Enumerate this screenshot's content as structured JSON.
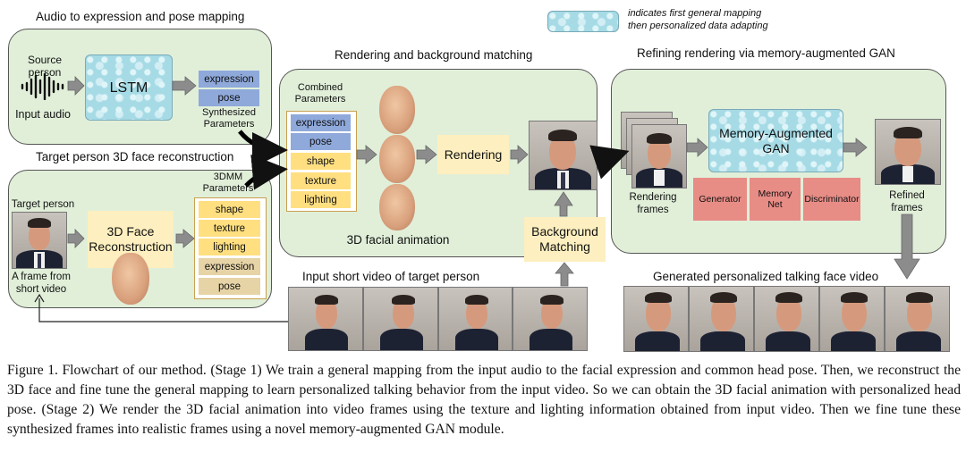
{
  "legend": {
    "line1": "indicates first general mapping",
    "line2": "then personalized data adapting"
  },
  "audio_panel": {
    "title": "Audio to expression and pose mapping",
    "source_person": "Source person",
    "input_audio": "Input audio",
    "lstm": "LSTM",
    "params": [
      "expression",
      "pose"
    ],
    "synth_params": "Synthesized Parameters"
  },
  "recon_panel": {
    "title": "Target person 3D face reconstruction",
    "target_person": "Target person",
    "frame_caption": "A frame from short video",
    "recon_box": "3D Face Reconstruction",
    "params_title": "3DMM Parameters",
    "params": [
      "shape",
      "texture",
      "lighting",
      "expression",
      "pose"
    ]
  },
  "render_panel": {
    "title": "Rendering and background matching",
    "combined_title": "Combined Parameters",
    "params": [
      "expression",
      "pose",
      "shape",
      "texture",
      "lighting"
    ],
    "rendering": "Rendering",
    "animation_label": "3D facial animation",
    "bg_matching": "Background Matching"
  },
  "refine_panel": {
    "title": "Refining rendering via memory-augmented GAN",
    "gan": "Memory-Augmented GAN",
    "modules": [
      "Generator",
      "Memory Net",
      "Discriminator"
    ],
    "rendering_frames": "Rendering frames",
    "refined_frames": "Refined frames"
  },
  "input_video_label": "Input short video of target person",
  "generated_video_label": "Generated personalized talking face video",
  "caption": "Figure 1. Flowchart of our method. (Stage 1) We train a general mapping from the input audio to the facial expression and common head pose. Then, we reconstruct the 3D face and fine tune the general mapping to learn personalized talking behavior from the input video. So we can obtain the 3D facial animation with personalized head pose. (Stage 2) We render the 3D facial animation into video frames using the texture and lighting information obtained from input video. Then we fine tune these synthesized frames into realistic frames using a novel memory-augmented GAN module.",
  "colors": {
    "panel": "#e1efd9",
    "blue_param": "#8fa9db",
    "yellow_param": "#ffdf80",
    "tan_param": "#e6d3a6",
    "red_module": "#e88c86",
    "water": "#a6dbe6"
  }
}
